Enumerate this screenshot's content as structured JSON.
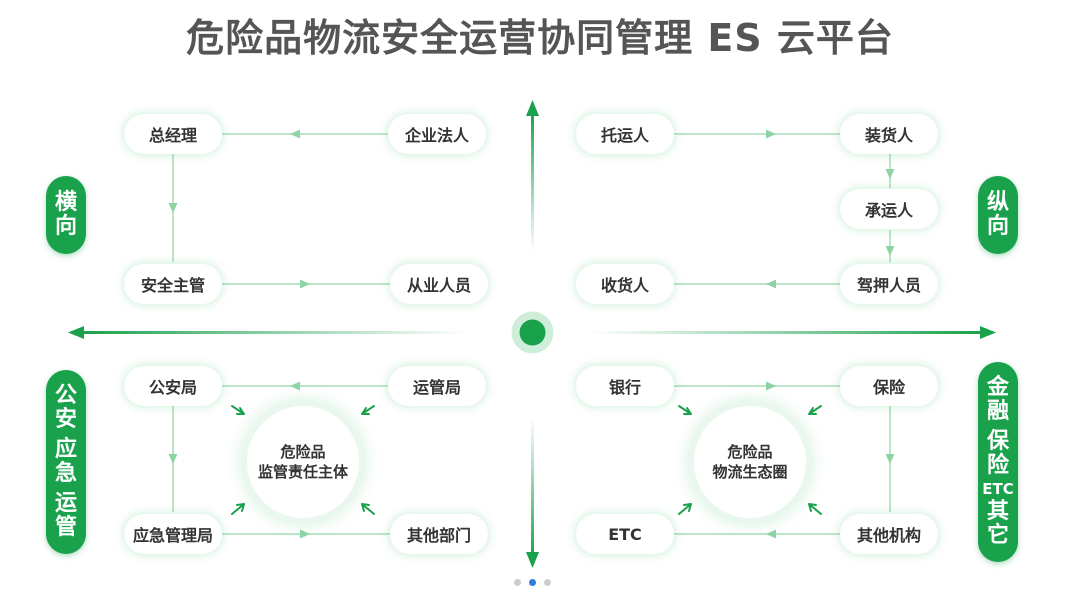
{
  "title": "危险品物流安全运营协同管理 ES 云平台",
  "colors": {
    "accent": "#1aa14c",
    "line": "#a6dcb6",
    "pager_active": "#2f7de1",
    "pager_inactive": "#cccccc"
  },
  "quadrants": {
    "horizontal": {
      "label": [
        "横",
        "向"
      ],
      "nodes": {
        "general_manager": "总经理",
        "legal_person": "企业法人",
        "safety_manager": "安全主管",
        "practitioners": "从业人员"
      }
    },
    "vertical": {
      "label": [
        "纵",
        "向"
      ],
      "nodes": {
        "consignor": "托运人",
        "loader": "装货人",
        "carrier": "承运人",
        "consignee": "收货人",
        "driver_escort": "驾押人员"
      }
    },
    "public_emergency": {
      "label": [
        "公",
        "安",
        "应",
        "急",
        "运",
        "管"
      ],
      "center": [
        "危险品",
        "监管责任主体"
      ],
      "nodes": {
        "police": "公安局",
        "transport_bureau": "运管局",
        "emergency_bureau": "应急管理局",
        "other_departments": "其他部门"
      }
    },
    "finance": {
      "label": [
        "金",
        "融",
        "保",
        "险",
        "ETC",
        "其",
        "它"
      ],
      "center": [
        "危险品",
        "物流生态圈"
      ],
      "nodes": {
        "bank": "银行",
        "insurance": "保险",
        "etc": "ETC",
        "other_institutions": "其他机构"
      }
    }
  },
  "pager": {
    "count": 3,
    "active_index": 1
  }
}
